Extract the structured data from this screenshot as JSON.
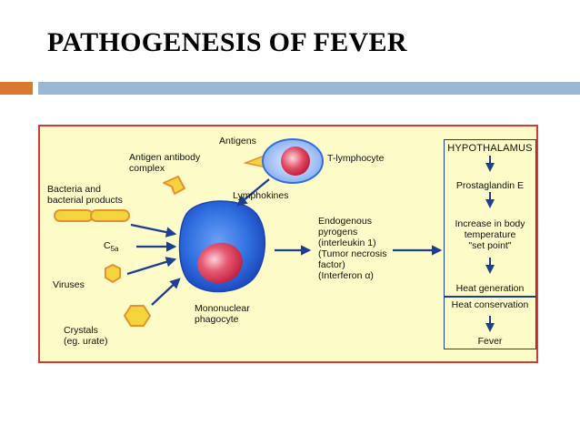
{
  "slide": {
    "title": "PATHOGENESIS OF FEVER"
  },
  "colors": {
    "accent": "#d9772e",
    "rule": "#9ab8d5",
    "figure_background": "#fdfbc7",
    "figure_border": "#d23b3b",
    "arrow": "#1d3f92",
    "cell_blue": "#2f6fe0",
    "nucleus_red": "#d93a55",
    "antigen_yellow": "#f3d43c",
    "antigen_orange": "#e8902f"
  },
  "diagram": {
    "sources": {
      "bacteria": "Bacteria and\nbacterial products",
      "c5a_main": "C",
      "c5a_sub": "5a",
      "viruses": "Viruses",
      "crystals": "Crystals\n(eg. urate)"
    },
    "antigen_antibody": "Antigen antibody\ncomplex",
    "antigens": "Antigens",
    "t_lymphocyte": "T-lymphocyte",
    "lymphokines": "Lymphokines",
    "phagocyte": "Mononuclear\nphagocyte",
    "pyrogens": "Endogenous\npyrogens\n(interleukin 1)\n(Tumor necrosis\nfactor)\n(Interferon α)",
    "hypothalamus": {
      "title": "HYPOTHALAMUS",
      "step1": "Prostaglandin E",
      "step2": "Increase in body\ntemperature\n\"set point\"",
      "heat_generation": "Heat generation",
      "heat_conservation": "Heat conservation",
      "result": "Fever"
    }
  }
}
